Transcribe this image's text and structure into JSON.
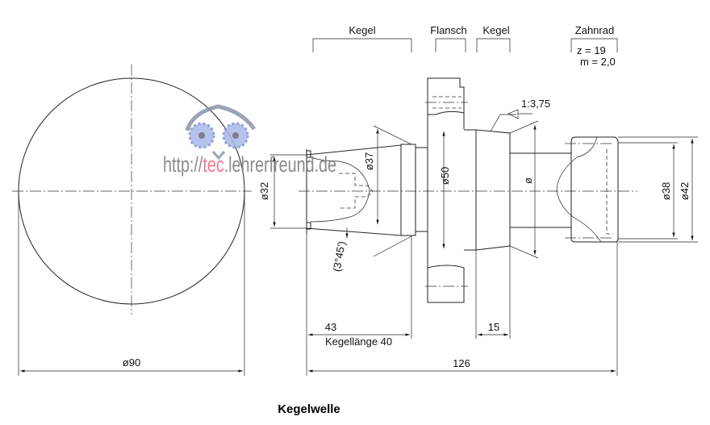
{
  "headers": {
    "kegel_left": "Kegel",
    "flansch": "Flansch",
    "kegel_right": "Kegel",
    "zahnrad": "Zahnrad",
    "zahnrad_z": "z = 19",
    "zahnrad_m": "m = 2,0"
  },
  "dimensions": {
    "d90": "ø90",
    "d32": "ø32",
    "d37": "ø37",
    "d50": "ø50",
    "d_cone": "ø",
    "d38": "ø38",
    "d42": "ø42",
    "taper": "1:3,75",
    "angle": "(3°45')",
    "len43": "43",
    "kegellaenge": "Kegellänge 40",
    "len15": "15",
    "len126": "126"
  },
  "watermark": {
    "prefix": "http://",
    "accent": "tec",
    "suffix": ".lehrerfreund.de",
    "accent_color": "#f06080"
  },
  "title": "Kegelwelle"
}
